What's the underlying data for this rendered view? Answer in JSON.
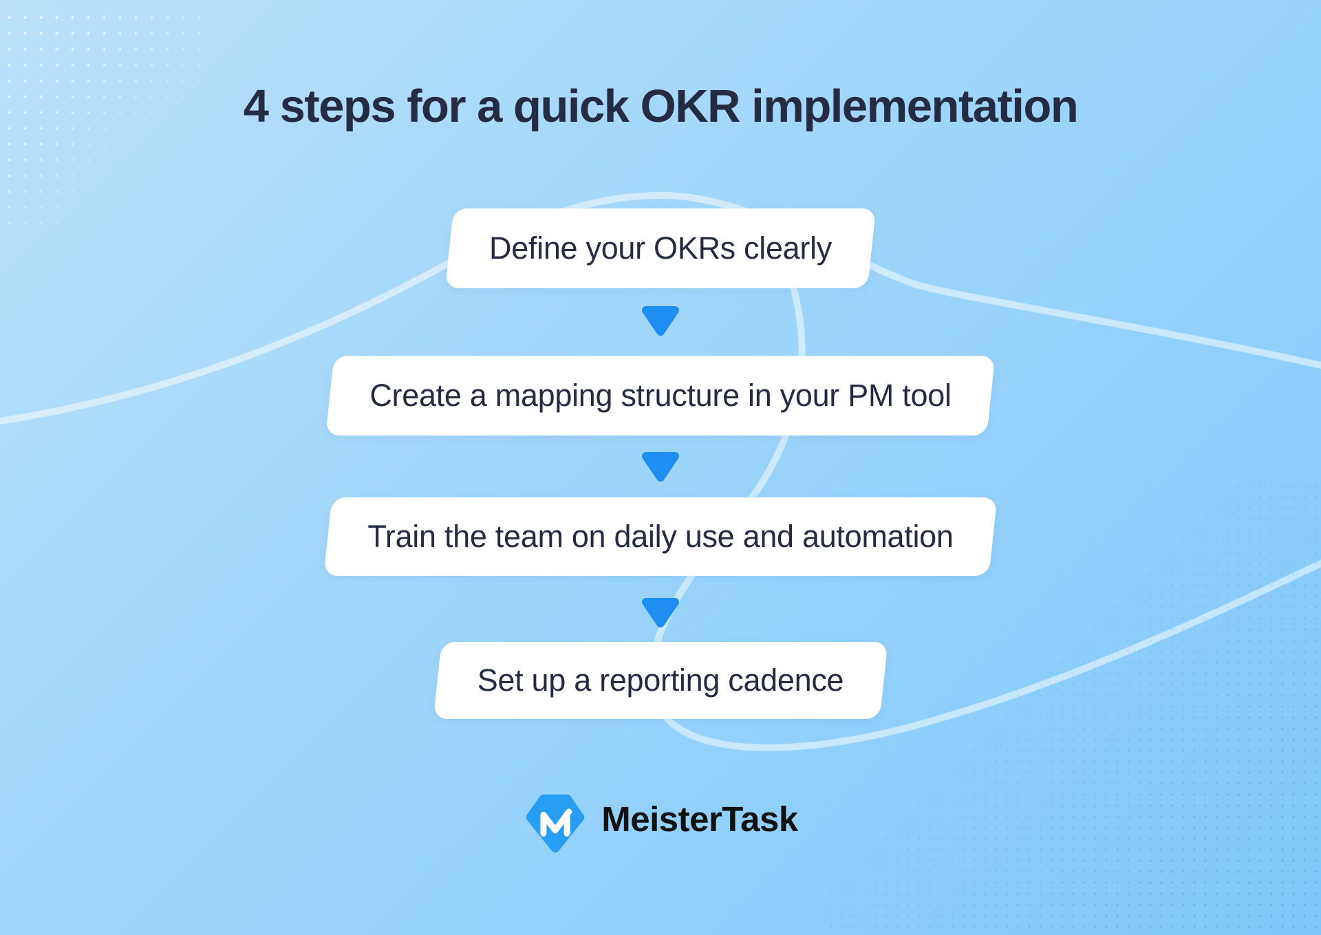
{
  "title": "4 steps for a quick OKR implementation",
  "steps": [
    {
      "label": "Define your OKRs clearly"
    },
    {
      "label": "Create a mapping structure in your PM tool"
    },
    {
      "label": "Train the team on daily use and automation"
    },
    {
      "label": "Set up a reporting cadence"
    }
  ],
  "brand": {
    "name": "MeisterTask"
  },
  "colors": {
    "background_top": "#bae0f9",
    "background_mid": "#9ed5fa",
    "background_bottom": "#7ec8fb",
    "box": "#ffffff",
    "text": "#262b44",
    "arrow": "#1f8ef2",
    "logo_badge": "#279ef4",
    "logo_text": "#111111",
    "decorative_line": "rgba(255,255,255,0.5)"
  }
}
